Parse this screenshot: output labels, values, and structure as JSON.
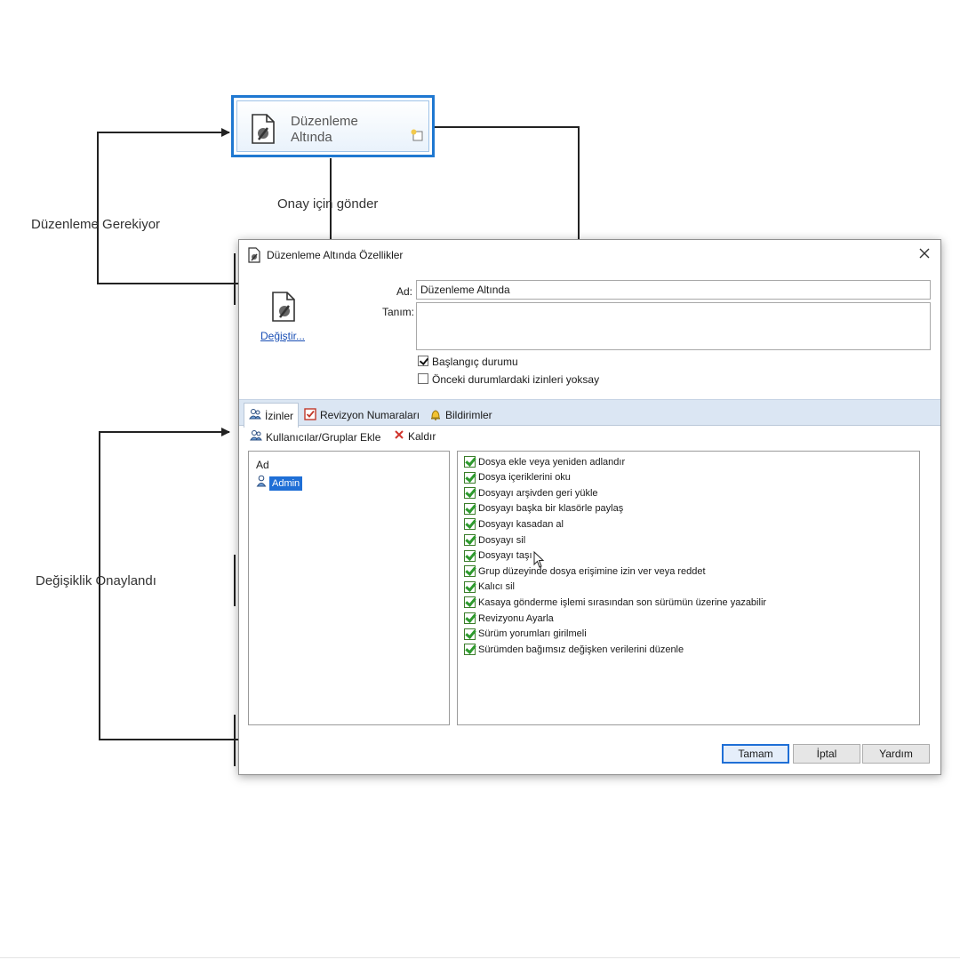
{
  "workflow": {
    "state_node_title": "Düzenleme Altında",
    "transitions": {
      "submit": "Onay için gönder",
      "needs_edit": "Düzenleme Gerekiyor",
      "approved": "Değişiklik Onaylandı"
    }
  },
  "dialog": {
    "title": "Düzenleme Altında Özellikler",
    "change_link": "Değiştir...",
    "name_label": "Ad:",
    "name_value": "Düzenleme Altında",
    "desc_label": "Tanım:",
    "desc_value": "",
    "initial_state_label": "Başlangıç durumu",
    "initial_state_checked": true,
    "ignore_prev_label": "Önceki durumlardaki izinleri yoksay",
    "ignore_prev_checked": false,
    "tabs": [
      {
        "label": "İzinler",
        "icon": "users-icon",
        "active": true
      },
      {
        "label": "Revizyon Numaraları",
        "icon": "revision-check-icon",
        "active": false
      },
      {
        "label": "Bildirimler",
        "icon": "bell-icon",
        "active": false
      }
    ],
    "toolbar": {
      "add_label": "Kullanıcılar/Gruplar Ekle",
      "remove_label": "Kaldır"
    },
    "users_list": {
      "header": "Ad",
      "items": [
        "Admin"
      ],
      "selected": "Admin"
    },
    "permissions": [
      "Dosya ekle veya yeniden adlandır",
      "Dosya içeriklerini oku",
      "Dosyayı arşivden geri yükle",
      "Dosyayı başka bir klasörle paylaş",
      "Dosyayı kasadan al",
      "Dosyayı sil",
      "Dosyayı taşı",
      "Grup düzeyinde dosya erişimine izin ver veya reddet",
      "Kalıcı sil",
      "Kasaya gönderme işlemi sırasından son sürümün üzerine yazabilir",
      "Revizyonu Ayarla",
      "Sürüm yorumları girilmeli",
      "Sürümden bağımsız değişken verilerini düzenle"
    ],
    "buttons": {
      "ok": "Tamam",
      "cancel": "İptal",
      "help": "Yardım"
    }
  },
  "colors": {
    "node_border": "#1f78d1",
    "selection": "#1f6fd6",
    "tab_strip": "#dbe6f3",
    "check_green": "#2e9b2e",
    "link": "#1a4fb5",
    "remove_red": "#d0342c"
  }
}
